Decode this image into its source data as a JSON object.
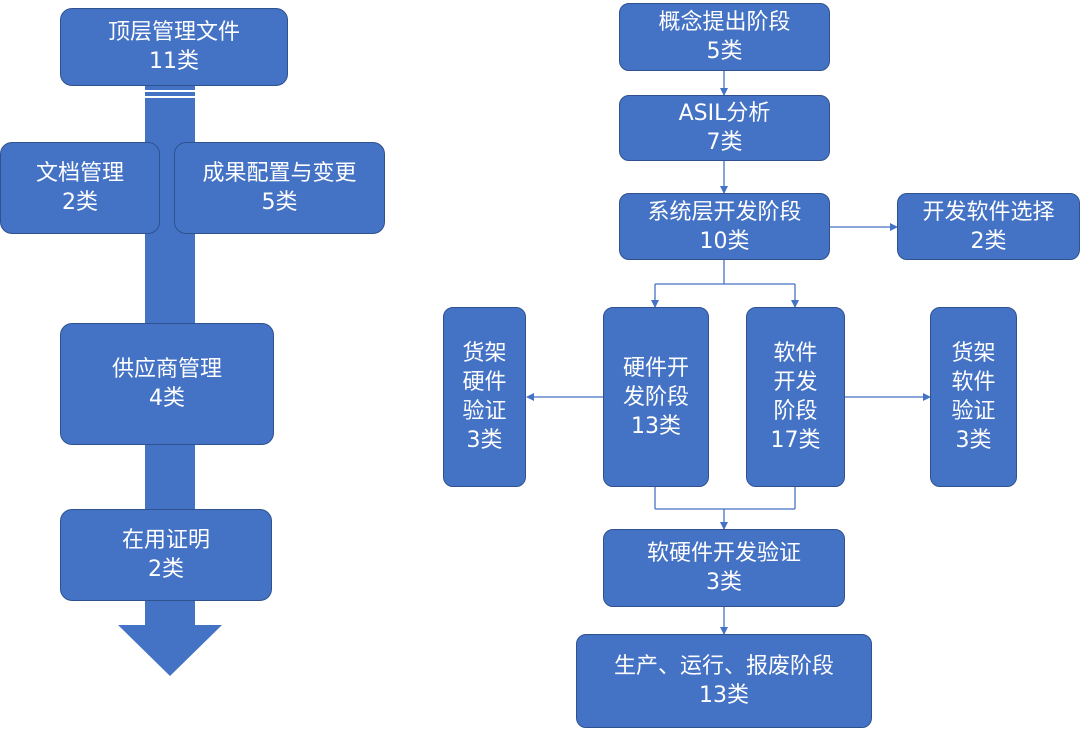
{
  "left_flow": {
    "top": {
      "title": "顶层管理文件",
      "count": "11类"
    },
    "doc_mgmt": {
      "title": "文档管理",
      "count": "2类"
    },
    "config_change": {
      "title": "成果配置与变更",
      "count": "5类"
    },
    "supplier": {
      "title": "供应商管理",
      "count": "4类"
    },
    "proven_in_use": {
      "title": "在用证明",
      "count": "2类"
    }
  },
  "right_flow": {
    "concept": {
      "title": "概念提出阶段",
      "count": "5类"
    },
    "asil": {
      "title": "ASIL分析",
      "count": "7类"
    },
    "system": {
      "title": "系统层开发阶段",
      "count": "10类"
    },
    "sw_select": {
      "title": "开发软件选择",
      "count": "2类"
    },
    "hw_dev": {
      "lines": [
        "硬件开",
        "发阶段",
        "13类"
      ]
    },
    "sw_dev": {
      "lines": [
        "软件",
        "开发",
        "阶段",
        "17类"
      ]
    },
    "ots_hw": {
      "lines": [
        "货架",
        "硬件",
        "验证",
        "3类"
      ]
    },
    "ots_sw": {
      "lines": [
        "货架",
        "软件",
        "验证",
        "3类"
      ]
    },
    "hsw_verify": {
      "title": "软硬件开发验证",
      "count": "3类"
    },
    "production": {
      "title": "生产、运行、报废阶段",
      "count": "13类"
    }
  },
  "colors": {
    "box_fill": "#4472C4",
    "box_border": "#2F528F",
    "connector": "#4472C4",
    "text": "#FFFFFF"
  }
}
